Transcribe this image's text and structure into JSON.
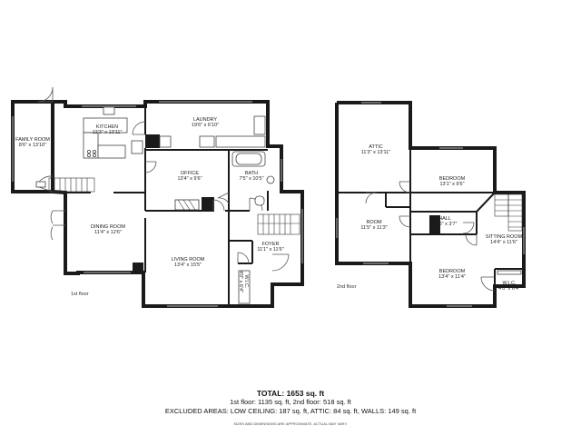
{
  "floors": [
    {
      "label": "1st floor",
      "rooms": [
        {
          "key": "family",
          "name": "FAMILY ROOM",
          "dims": "8'6\" x 13'10\""
        },
        {
          "key": "kitchen",
          "name": "KITCHEN",
          "dims": "12'3\" x 13'11\""
        },
        {
          "key": "laundry",
          "name": "LAUNDRY",
          "dims": "19'6\" x 6'10\""
        },
        {
          "key": "office",
          "name": "OFFICE",
          "dims": "13'4\" x 9'6\""
        },
        {
          "key": "bath",
          "name": "BATH",
          "dims": "7'5\" x 10'5\""
        },
        {
          "key": "dining",
          "name": "DINING ROOM",
          "dims": "11'4\" x 12'6\""
        },
        {
          "key": "living",
          "name": "LIVING ROOM",
          "dims": "13'4\" x 15'5\""
        },
        {
          "key": "foyer",
          "name": "FOYER",
          "dims": "11'1\" x 11'6\""
        },
        {
          "key": "wic1",
          "name": "W.I.C.",
          "dims": "4'0\" x 6'4\""
        }
      ]
    },
    {
      "label": "2nd floor",
      "rooms": [
        {
          "key": "attic",
          "name": "ATTIC",
          "dims": "11'3\" x 13'11\""
        },
        {
          "key": "bedroom1",
          "name": "BEDROOM",
          "dims": "13'1\" x 9'6\""
        },
        {
          "key": "room",
          "name": "ROOM",
          "dims": "11'5\" x 11'3\""
        },
        {
          "key": "hall",
          "name": "HALL",
          "dims": "10'6\" x 3'7\""
        },
        {
          "key": "sitting",
          "name": "SITTING ROOM",
          "dims": "14'4\" x 11'6\""
        },
        {
          "key": "bedroom2",
          "name": "BEDROOM",
          "dims": "13'4\" x 11'4\""
        },
        {
          "key": "wic2",
          "name": "W.I.C.",
          "dims": "4'0\" x 6'4\""
        }
      ]
    }
  ],
  "totals": {
    "total": "TOTAL: 1653 sq. ft",
    "floors_line": "1st floor: 1135 sq. ft, 2nd floor: 518 sq. ft",
    "excluded_line": "EXCLUDED AREAS: LOW CEILING: 187 sq. ft, ATTIC: 84 sq. ft, WALLS: 149 sq. ft",
    "disclaimer": "SIZES AND DIMENSIONS ARE APPROXIMATE, ACTUAL MAY VARY."
  }
}
